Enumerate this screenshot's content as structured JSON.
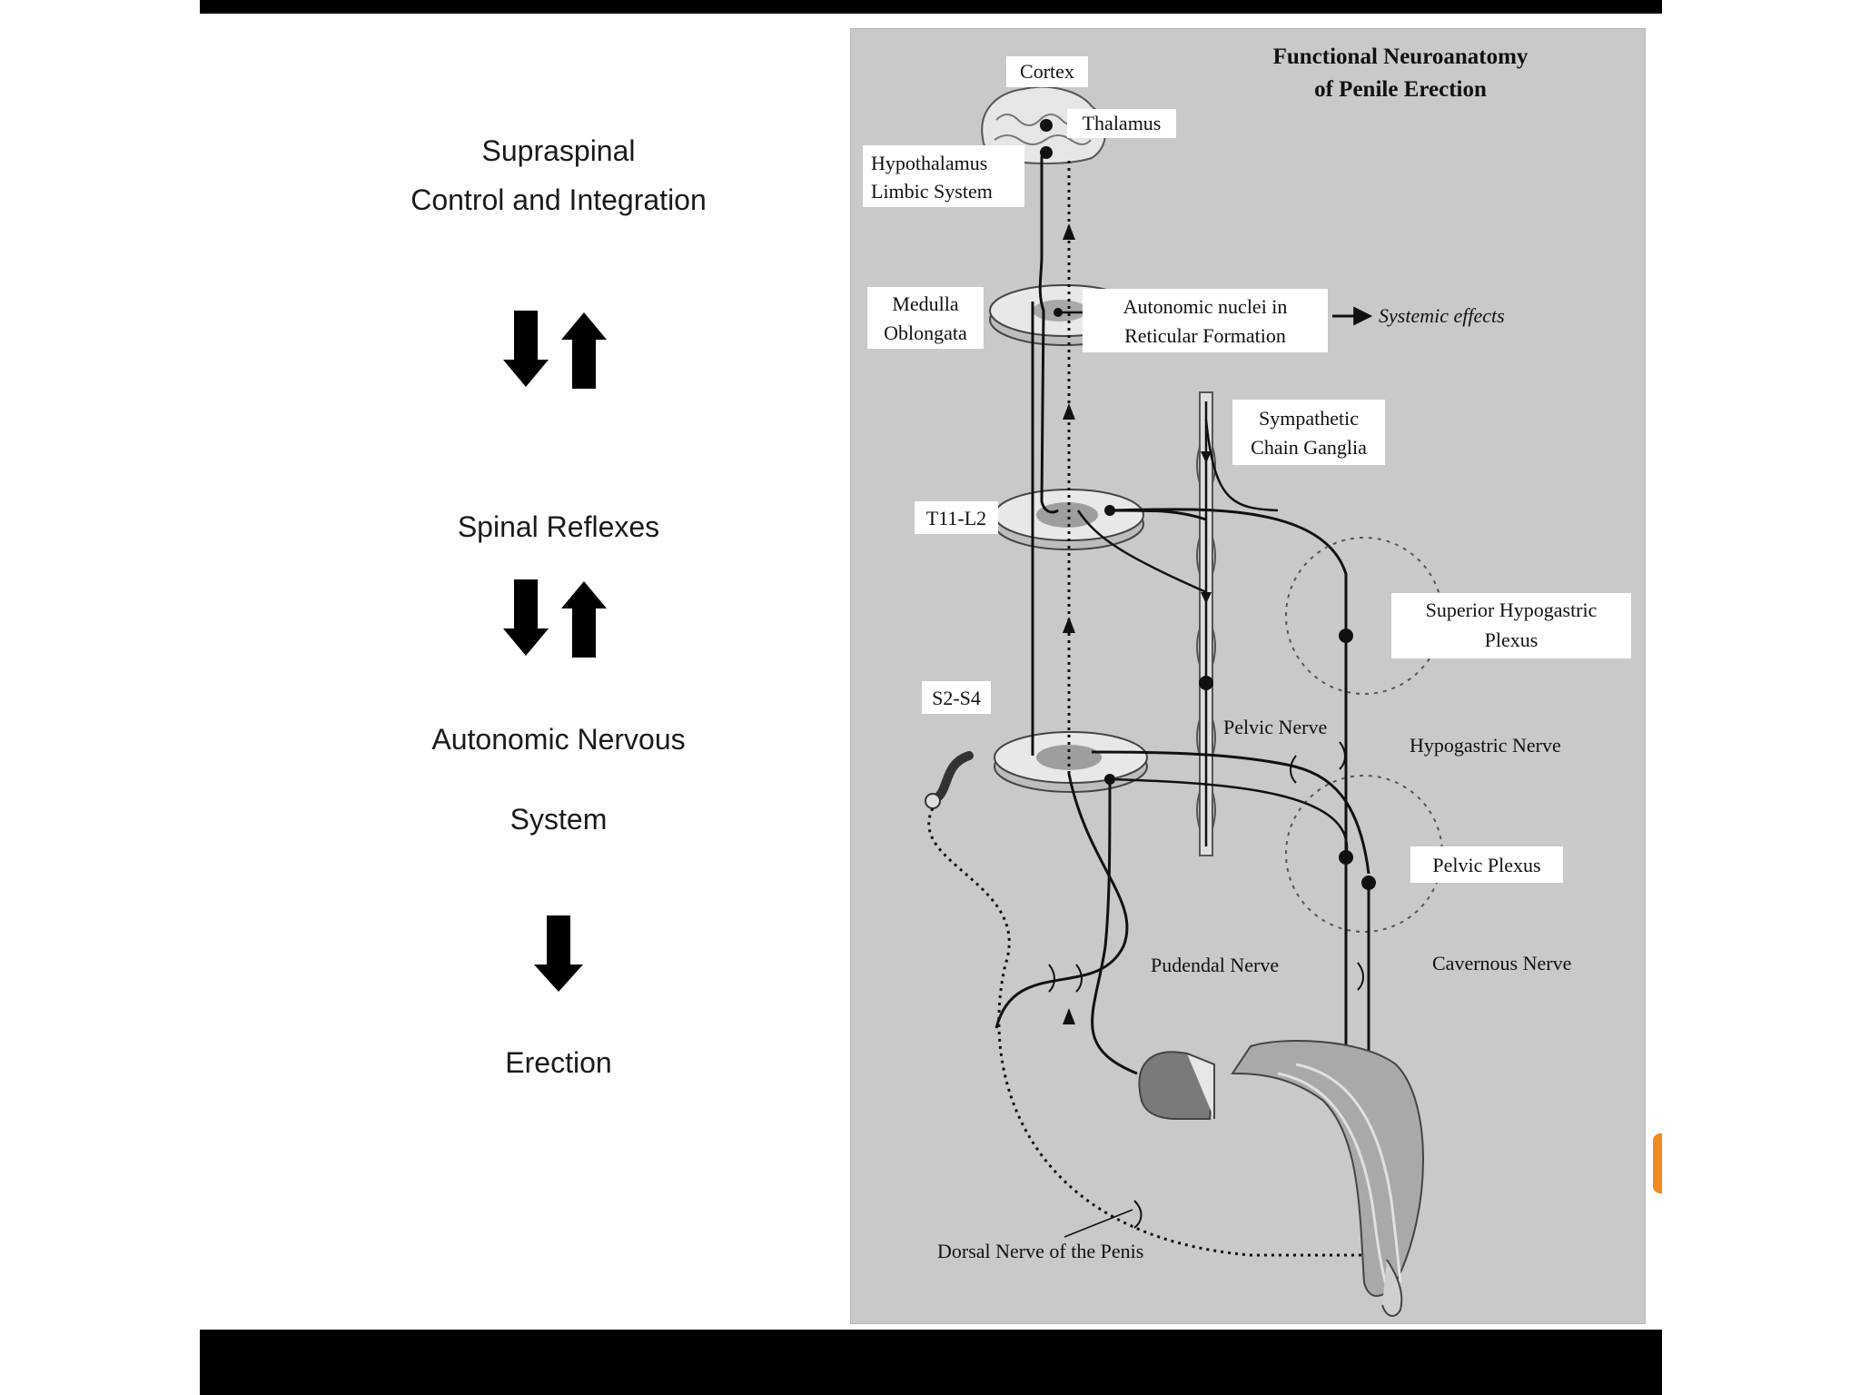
{
  "left_column": {
    "supraspinal_line1": "Supraspinal",
    "supraspinal_line2": "Control and Integration",
    "spinal_reflexes": "Spinal Reflexes",
    "ans_line1": "Autonomic  Nervous",
    "ans_line2": "System",
    "erection": "Erection",
    "arrow_icons": [
      "arrow-down-icon",
      "arrow-up-icon"
    ]
  },
  "diagram": {
    "title_line1": "Functional Neuroanatomy",
    "title_line2": "of Penile Erection",
    "labels": {
      "cortex": "Cortex",
      "thalamus": "Thalamus",
      "hypothalamus": "Hypothalamus",
      "limbic_system": "Limbic System",
      "medulla": "Medulla",
      "oblongata": "Oblongata",
      "autonomic_nuclei_line1": "Autonomic nuclei in",
      "autonomic_nuclei_line2": "Reticular Formation",
      "systemic_effects": "Systemic effects",
      "sympathetic_line1": "Sympathetic",
      "sympathetic_line2": "Chain Ganglia",
      "t11_l2": "T11-L2",
      "superior_hypogastric_line1": "Superior Hypogastric",
      "superior_hypogastric_line2": "Plexus",
      "s2_s4": "S2-S4",
      "pelvic_nerve": "Pelvic Nerve",
      "hypogastric_nerve": "Hypogastric Nerve",
      "pelvic_plexus": "Pelvic Plexus",
      "pudendal_nerve": "Pudendal Nerve",
      "cavernous_nerve": "Cavernous Nerve",
      "dorsal_nerve": "Dorsal Nerve of the Penis"
    }
  },
  "colors": {
    "panel_bg": "#c9c9cb",
    "line": "#111111",
    "label_bg": "#ffffff",
    "accent_tab": "#f08a1e"
  }
}
